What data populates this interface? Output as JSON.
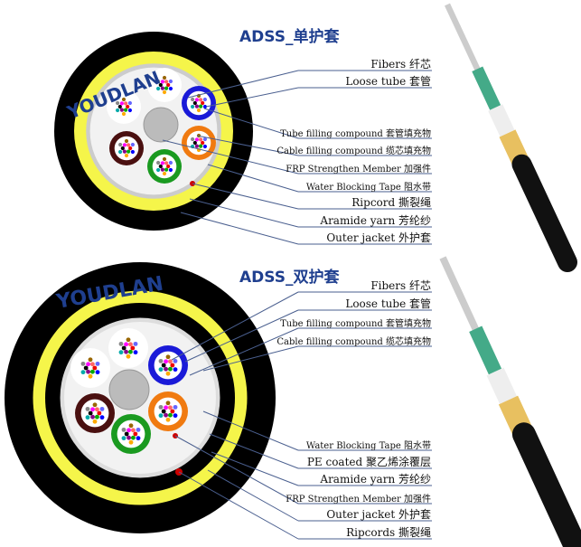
{
  "colors": {
    "accent": "#1f3f8f",
    "yellow": "#f5f54a",
    "blue": "#1a1ad8",
    "orange": "#f07a10",
    "green": "#1a9a20",
    "brown": "#4a1010"
  },
  "brand": "YOUDLAN",
  "single": {
    "title": "ADSS_单护套",
    "labels": [
      {
        "text": "Fibers 纤芯",
        "small": false
      },
      {
        "text": "Loose tube 套管",
        "small": false
      },
      {
        "text": "Tube filling compound 套管填充物",
        "small": true
      },
      {
        "text": "Cable filling compound 缆芯填充物",
        "small": true
      },
      {
        "text": "FRP Strengthen Member 加强件",
        "small": true
      },
      {
        "text": "Water Blocking Tape 阻水带",
        "small": true
      },
      {
        "text": "Ripcord 撕裂绳",
        "small": false
      },
      {
        "text": "Aramide yarn 芳纶纱",
        "small": false
      },
      {
        "text": "Outer jacket 外护套",
        "small": false
      }
    ]
  },
  "double": {
    "title": "ADSS_双护套",
    "labels": [
      {
        "text": "Fibers 纤芯",
        "small": false
      },
      {
        "text": "Loose tube 套管",
        "small": false
      },
      {
        "text": "Tube filling compound 套管填充物",
        "small": true
      },
      {
        "text": "Cable filling compound 缆芯填充物",
        "small": true
      },
      {
        "text": "Water Blocking Tape 阻水带",
        "small": true
      },
      {
        "text": "PE coated 聚乙烯涂覆层",
        "small": false
      },
      {
        "text": "Aramide yarn 芳纶纱",
        "small": false
      },
      {
        "text": "FRP Strengthen Member 加强件",
        "small": true
      },
      {
        "text": "Outer jacket 外护套",
        "small": false
      },
      {
        "text": "Ripcords 撕裂绳",
        "small": false
      }
    ]
  }
}
